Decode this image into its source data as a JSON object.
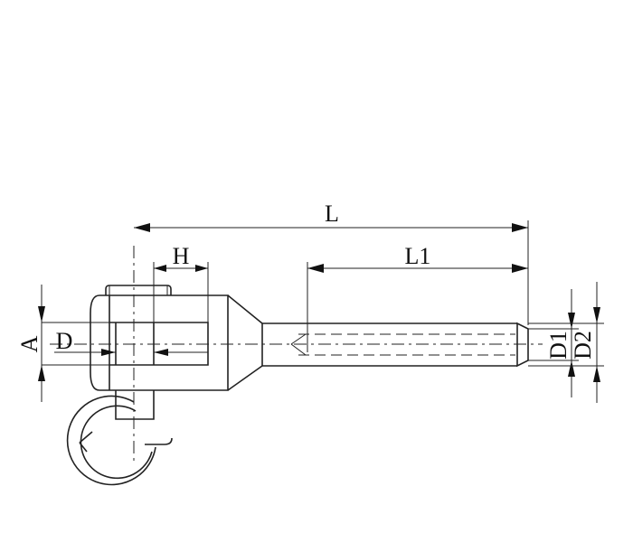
{
  "drawing": {
    "subject": "rigging screw jaw terminal with split ring",
    "dimensions": {
      "L": "L",
      "L1": "L1",
      "H": "H",
      "A": "A",
      "D": "D",
      "D1": "D1",
      "D2": "D2"
    }
  }
}
